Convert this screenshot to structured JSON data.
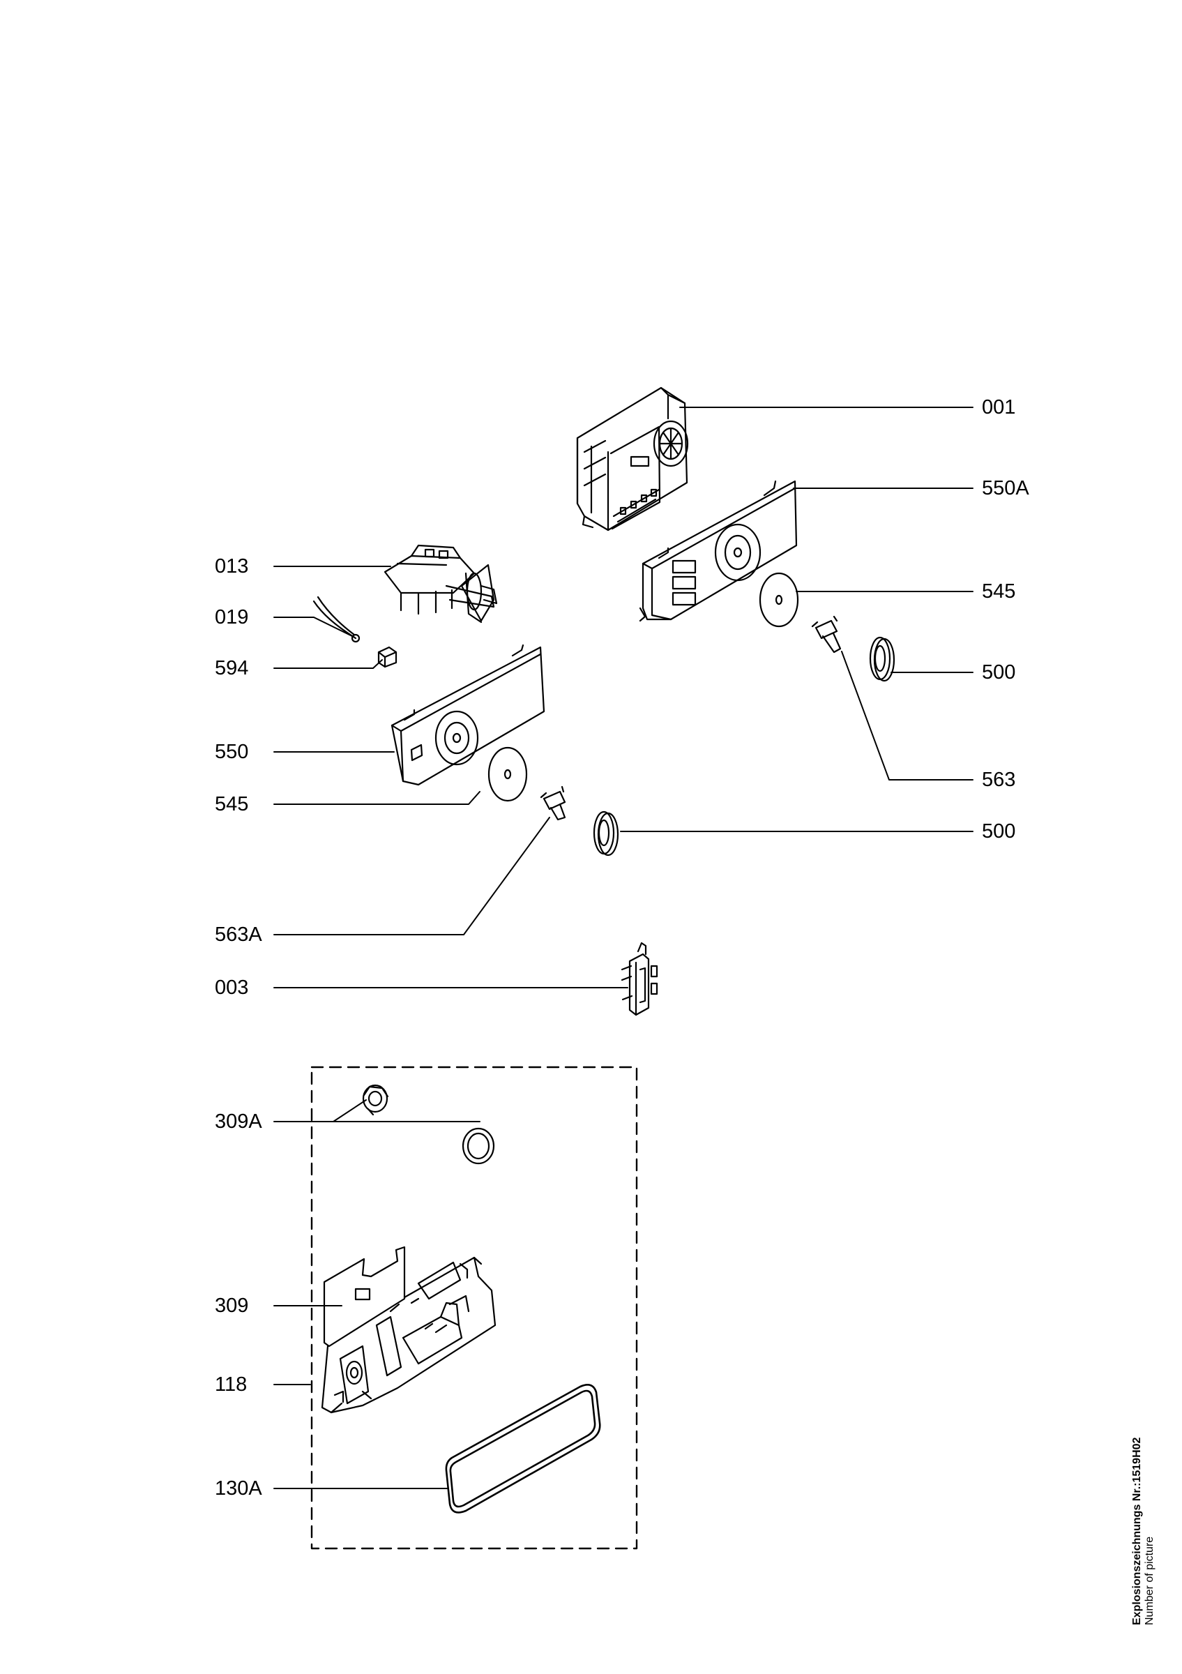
{
  "labels": {
    "p001": "001",
    "p550A": "550A",
    "p013": "013",
    "p545a": "545",
    "p019": "019",
    "p594": "594",
    "p500a": "500",
    "p550": "550",
    "p563": "563",
    "p545b": "545",
    "p500b": "500",
    "p563A": "563A",
    "p003": "003",
    "p309A": "309A",
    "p309": "309",
    "p118": "118",
    "p130A": "130A"
  },
  "side_note": {
    "line1": "Explosionszeichnungs Nr.:1519H02",
    "line2": "Number of picture"
  }
}
